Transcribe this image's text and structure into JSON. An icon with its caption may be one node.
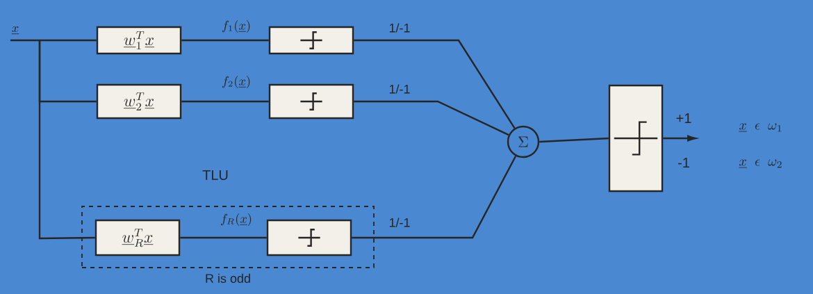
{
  "diagram": {
    "nodes": [
      {
        "text": [
          "\\underline{x}"
        ]
      },
      {
        "text": [
          "\\underline{w}_1^{T}\\underline{x}"
        ]
      },
      {
        "text": [],
        "shape": "box"
      },
      {
        "text": [
          "\\underline{w}_2^{T}\\underline{x}"
        ]
      },
      {
        "text": [],
        "shape": "box"
      },
      {
        "text": [
          "R is odd"
        ]
      },
      {
        "text": [
          "\\underline{w}_R^{T}\\underline{x}"
        ],
        "in": 5
      },
      {
        "text": [],
        "shape": "box",
        "in": 5
      },
      {
        "text": [
          "\\Sigma"
        ]
      },
      {
        "text": [],
        "shape": "box"
      }
    ],
    "edges": [
      {
        "from": 0,
        "to": 1,
        "arrow": "none"
      },
      {
        "from": 0,
        "to": 3,
        "arrow": "none"
      },
      {
        "from": 0,
        "to": 6,
        "arrow": "none"
      },
      {
        "from": 1,
        "to": 2,
        "arrow": "none",
        "label": "f_1(\\underline{x})"
      },
      {
        "from": 3,
        "to": 4,
        "arrow": "none",
        "label": "f_2(\\underline{x})"
      },
      {
        "from": 6,
        "to": 7,
        "arrow": "none",
        "label": "f_R(\\underline{x})"
      },
      {
        "from": 2,
        "to": 8,
        "arrow": "none",
        "label": "1/-1"
      },
      {
        "from": 4,
        "to": 8,
        "arrow": "none",
        "label": "1/-1"
      },
      {
        "from": 7,
        "to": 8,
        "arrow": "none",
        "label": "1/-1"
      },
      {
        "from": 8,
        "to": 9,
        "arrow": "none"
      },
      {
        "from": 9,
        "to": null,
        "arrow": "to"
      }
    ],
    "labels": [
      "TLU",
      "+1",
      "-1",
      "\\underline{x}\\ \\ \\epsilon\\ \\ \\omega_1",
      "\\underline{x}\\ \\ \\epsilon\\ \\ \\omega_2"
    ]
  }
}
